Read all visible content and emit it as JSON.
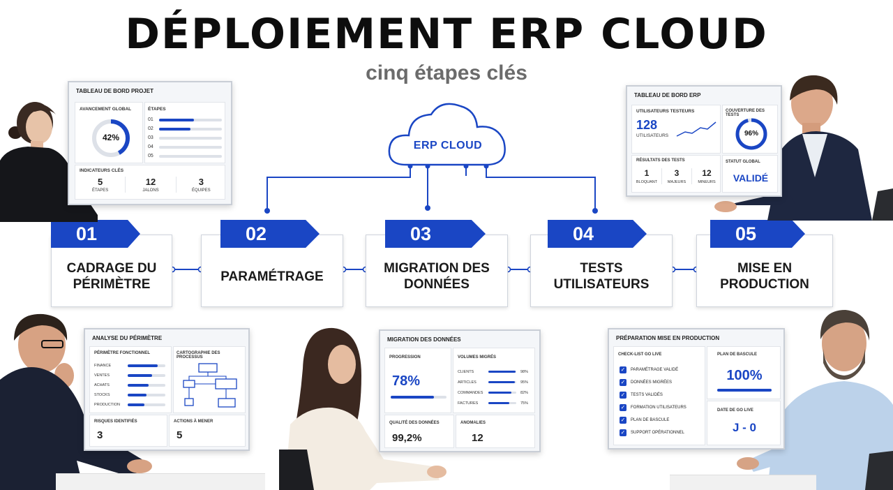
{
  "header": {
    "title": "DÉPLOIEMENT ERP CLOUD",
    "subtitle": "cinq étapes clés"
  },
  "cloud": {
    "label": "ERP CLOUD"
  },
  "steps": [
    {
      "number": "01",
      "label_line1": "CADRAGE DU",
      "label_line2": "PÉRIMÈTRE"
    },
    {
      "number": "02",
      "label_line1": "PARAMÉTRAGE",
      "label_line2": ""
    },
    {
      "number": "03",
      "label_line1": "MIGRATION DES",
      "label_line2": "DONNÉES"
    },
    {
      "number": "04",
      "label_line1": "TESTS",
      "label_line2": "UTILISATEURS"
    },
    {
      "number": "05",
      "label_line1": "MISE EN",
      "label_line2": "PRODUCTION"
    }
  ],
  "colors": {
    "accent": "#1a46c4",
    "title": "#0d0d0d",
    "subtitle": "#6b6b6b"
  },
  "dashboard_projet": {
    "title": "TABLEAU DE BORD PROJET",
    "avancement_label": "AVANCEMENT GLOBAL",
    "avancement_value": "42%",
    "avancement_fraction": 0.42,
    "etapes_label": "ÉTAPES",
    "etapes": [
      {
        "n": "01",
        "progress": 0.55
      },
      {
        "n": "02",
        "progress": 0.5
      },
      {
        "n": "03",
        "progress": 0
      },
      {
        "n": "04",
        "progress": 0
      },
      {
        "n": "05",
        "progress": 0
      }
    ],
    "indicateurs_label": "INDICATEURS CLÉS",
    "indicateurs": [
      {
        "value": "5",
        "label": "ÉTAPES"
      },
      {
        "value": "12",
        "label": "JALONS"
      },
      {
        "value": "3",
        "label": "ÉQUIPES"
      }
    ]
  },
  "dashboard_erp": {
    "title": "TABLEAU DE BORD ERP",
    "testeurs_label": "UTILISATEURS TESTEURS",
    "testeurs_value": "128",
    "testeurs_unit": "UTILISATEURS",
    "couverture_label": "COUVERTURE DES TESTS",
    "couverture_value": "96%",
    "couverture_fraction": 0.96,
    "resultats_label": "RÉSULTATS DES TESTS",
    "resultats": [
      {
        "value": "1",
        "label": "BLOQUANT"
      },
      {
        "value": "3",
        "label": "MAJEURS"
      },
      {
        "value": "12",
        "label": "MINEURS"
      }
    ],
    "statut_label": "STATUT GLOBAL",
    "statut_value": "VALIDÉ"
  },
  "analyse": {
    "title": "ANALYSE DU PÉRIMÈTRE",
    "perimetre_label": "PÉRIMÈTRE FONCTIONNEL",
    "items": [
      {
        "label": "FINANCE",
        "progress": 0.8
      },
      {
        "label": "VENTES",
        "progress": 0.65
      },
      {
        "label": "ACHATS",
        "progress": 0.55
      },
      {
        "label": "STOCKS",
        "progress": 0.5
      },
      {
        "label": "PRODUCTION",
        "progress": 0.45
      }
    ],
    "cartographie_label": "CARTOGRAPHIE DES PROCESSUS",
    "risques_label": "RISQUES IDENTIFIÉS",
    "risques_value": "3",
    "actions_label": "ACTIONS À MENER",
    "actions_value": "5"
  },
  "migration": {
    "title": "MIGRATION DES DONNÉES",
    "progression_label": "PROGRESSION",
    "progression_value": "78%",
    "progression_fraction": 0.78,
    "volumes_label": "VOLUMES MIGRÉS",
    "volumes": [
      {
        "label": "CLIENTS",
        "value": "98%",
        "fraction": 0.98
      },
      {
        "label": "ARTICLES",
        "value": "95%",
        "fraction": 0.95
      },
      {
        "label": "COMMANDES",
        "value": "82%",
        "fraction": 0.82
      },
      {
        "label": "FACTURES",
        "value": "75%",
        "fraction": 0.75
      }
    ],
    "qualite_label": "QUALITÉ DES DONNÉES",
    "qualite_value": "99,2%",
    "anomalies_label": "ANOMALIES",
    "anomalies_value": "12"
  },
  "preparation": {
    "title": "PRÉPARATION MISE EN PRODUCTION",
    "checklist_label": "CHECK-LIST GO LIVE",
    "checklist": [
      "PARAMÉTRAGE VALIDÉ",
      "DONNÉES MIGRÉES",
      "TESTS VALIDÉS",
      "FORMATION UTILISATEURS",
      "PLAN DE BASCULE",
      "SUPPORT OPÉRATIONNEL"
    ],
    "plan_label": "PLAN DE BASCULE",
    "plan_value": "100%",
    "plan_fraction": 1,
    "date_label": "DATE DE GO LIVE",
    "date_value": "J - 0"
  }
}
